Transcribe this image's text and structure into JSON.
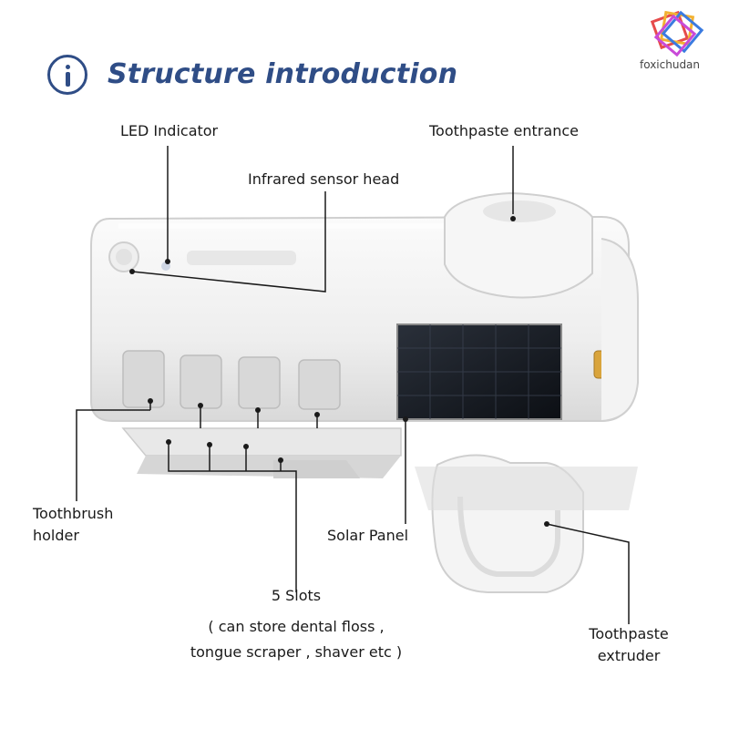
{
  "title": "Structure introduction",
  "brand": "foxichudan",
  "labels": {
    "led": "LED Indicator",
    "toothpaste_entrance": "Toothpaste entrance",
    "infrared": "Infrared sensor head",
    "toothbrush_holder_1": "Toothbrush",
    "toothbrush_holder_2": "holder",
    "solar_panel": "Solar Panel",
    "slots_1": "5 Slots",
    "slots_2": "( can store dental floss ,",
    "slots_3": "tongue scraper , shaver etc  )",
    "extruder_1": "Toothpaste",
    "extruder_2": "extruder"
  },
  "colors": {
    "title": "#2f4d86",
    "line": "#1a1a1a",
    "body": "#f2f2f2",
    "solar": "#14181f",
    "accent_gold": "#d9a43c"
  }
}
